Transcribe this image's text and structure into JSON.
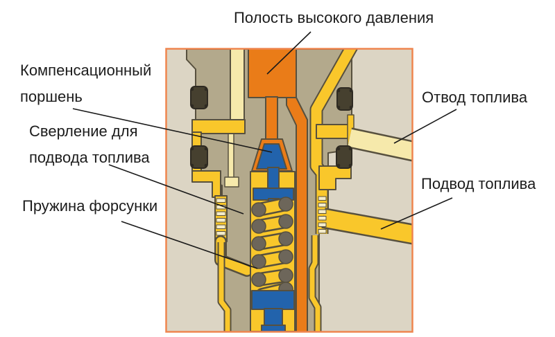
{
  "labels": {
    "high_pressure_cavity": {
      "text": "Полость высокого давления"
    },
    "compensation_piston": {
      "line1": "Компенсационный",
      "line2": "поршень"
    },
    "fuel_supply_drilling": {
      "line1": "Сверление для",
      "line2": "подвода топлива"
    },
    "injector_spring": {
      "text": "Пружина форсунки"
    },
    "fuel_return": {
      "text": "Отвод топлива"
    },
    "fuel_supply": {
      "text": "Подвод топлива"
    }
  },
  "colors": {
    "page_bg": "#ffffff",
    "frame_border": "#ef854f",
    "body_beige": "#dcd5c4",
    "body_tan": "#b3a98c",
    "outline_dark": "#57503e",
    "pressure_orange": "#ea7c18",
    "piston_blue": "#2263ac",
    "fuel_yellow": "#f9c72b",
    "fuel_pale": "#f6e9ab",
    "rib_pale": "#f4ecca",
    "seal_dark": "#46402f",
    "seal_dot": "#2e2a22",
    "spring_ball": "#6d665a",
    "leader_line": "#1a1a1a",
    "label_text": "#1c1c1c"
  }
}
